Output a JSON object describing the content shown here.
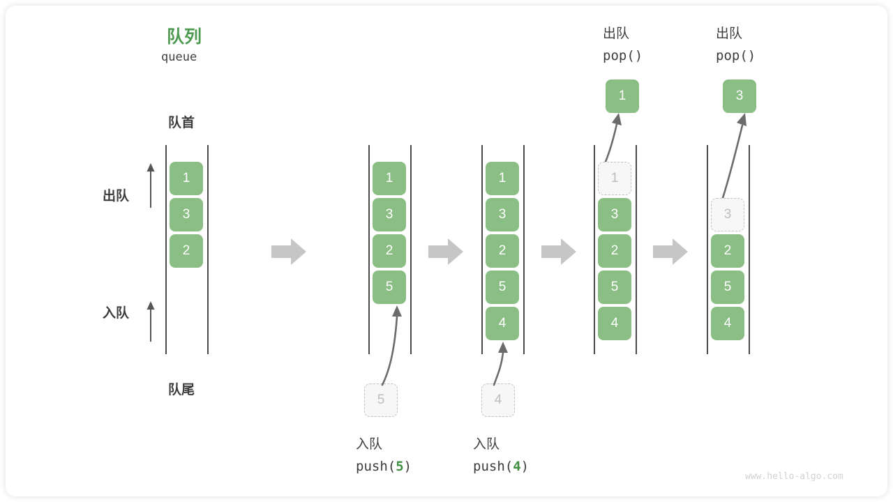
{
  "diagram": {
    "title_cn": "队列",
    "title_en": "queue",
    "front_label": "队首",
    "rear_label": "队尾",
    "dequeue_label": "出队",
    "enqueue_label": "入队",
    "watermark": "www.hello-algo.com",
    "accent_green": "#8bbe84",
    "title_green": "#4f9a51",
    "ghost_gray": "#bdbdbd",
    "step_arrow_gray": "#c6c6c6"
  },
  "columns": [
    {
      "id": "initial",
      "header_cn": "",
      "header_code": "",
      "cells": [
        {
          "value": "1",
          "state": "filled"
        },
        {
          "value": "3",
          "state": "filled"
        },
        {
          "value": "2",
          "state": "filled"
        }
      ],
      "incoming": null,
      "outgoing": null,
      "caption_cn": "",
      "caption_code": ""
    },
    {
      "id": "push-5",
      "header_cn": "",
      "header_code": "",
      "cells": [
        {
          "value": "1",
          "state": "filled"
        },
        {
          "value": "3",
          "state": "filled"
        },
        {
          "value": "2",
          "state": "filled"
        },
        {
          "value": "5",
          "state": "filled"
        }
      ],
      "incoming": {
        "value": "5",
        "state": "ghost"
      },
      "caption_cn": "入队",
      "caption_code_prefix": "push(",
      "caption_code_value": "5",
      "caption_code_suffix": ")"
    },
    {
      "id": "push-4",
      "header_cn": "",
      "header_code": "",
      "cells": [
        {
          "value": "1",
          "state": "filled"
        },
        {
          "value": "3",
          "state": "filled"
        },
        {
          "value": "2",
          "state": "filled"
        },
        {
          "value": "5",
          "state": "filled"
        },
        {
          "value": "4",
          "state": "filled"
        }
      ],
      "incoming": {
        "value": "4",
        "state": "ghost"
      },
      "caption_cn": "入队",
      "caption_code_prefix": "push(",
      "caption_code_value": "4",
      "caption_code_suffix": ")"
    },
    {
      "id": "pop-1",
      "header_cn": "出队",
      "header_code": "pop()",
      "popped": {
        "value": "1",
        "state": "filled"
      },
      "cells": [
        {
          "value": "1",
          "state": "ghost"
        },
        {
          "value": "3",
          "state": "filled"
        },
        {
          "value": "2",
          "state": "filled"
        },
        {
          "value": "5",
          "state": "filled"
        },
        {
          "value": "4",
          "state": "filled"
        }
      ],
      "caption_cn": "",
      "caption_code": ""
    },
    {
      "id": "pop-3",
      "header_cn": "出队",
      "header_code": "pop()",
      "popped": {
        "value": "3",
        "state": "filled"
      },
      "cells": [
        {
          "value": "",
          "state": "empty"
        },
        {
          "value": "3",
          "state": "ghost"
        },
        {
          "value": "2",
          "state": "filled"
        },
        {
          "value": "5",
          "state": "filled"
        },
        {
          "value": "4",
          "state": "filled"
        }
      ],
      "caption_cn": "",
      "caption_code": ""
    }
  ]
}
